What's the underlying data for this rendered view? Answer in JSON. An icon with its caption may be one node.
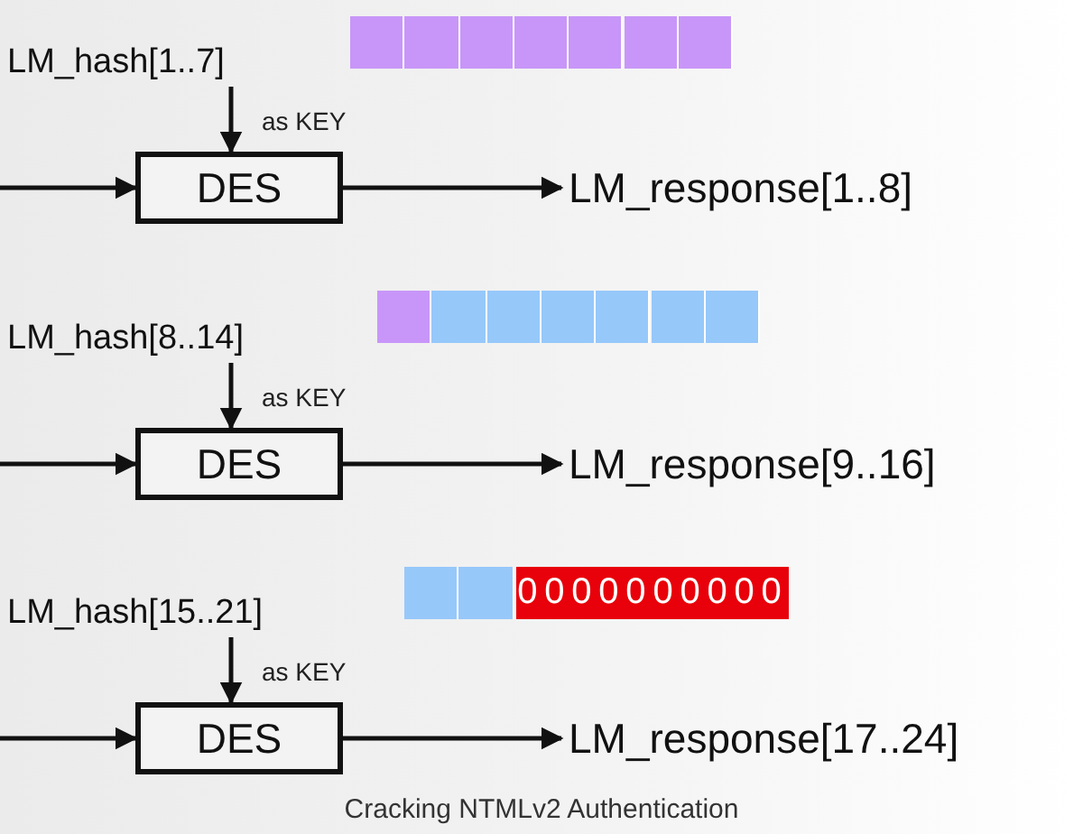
{
  "diagram": {
    "caption": "Cracking NTMLv2 Authentication",
    "nodes": [
      {
        "text": [
          "LM_hash[1..7]"
        ]
      },
      {
        "text": [
          "DES"
        ]
      },
      {
        "text": [
          "LM_response[1..8]"
        ]
      },
      {
        "text": [
          "LM_hash[8..14]"
        ]
      },
      {
        "text": [
          "DES"
        ]
      },
      {
        "text": [
          "LM_response[9..16]"
        ]
      },
      {
        "text": [
          "LM_hash[15..21]"
        ]
      },
      {
        "text": [
          "DES"
        ]
      },
      {
        "text": [
          "LM_response[17..24]"
        ]
      }
    ],
    "edges": [
      {
        "from": 0,
        "to": 1,
        "arrow": "to",
        "label": "as KEY"
      },
      {
        "from": null,
        "to": 1,
        "arrow": "to"
      },
      {
        "from": 1,
        "to": 2,
        "arrow": "to"
      },
      {
        "from": 3,
        "to": 4,
        "arrow": "to",
        "label": "as KEY"
      },
      {
        "from": null,
        "to": 4,
        "arrow": "to"
      },
      {
        "from": 4,
        "to": 5,
        "arrow": "to"
      },
      {
        "from": 6,
        "to": 7,
        "arrow": "to",
        "label": "as KEY"
      },
      {
        "from": null,
        "to": 7,
        "arrow": "to"
      },
      {
        "from": 7,
        "to": 8,
        "arrow": "to"
      }
    ],
    "labels": [
      "0000000000"
    ]
  }
}
